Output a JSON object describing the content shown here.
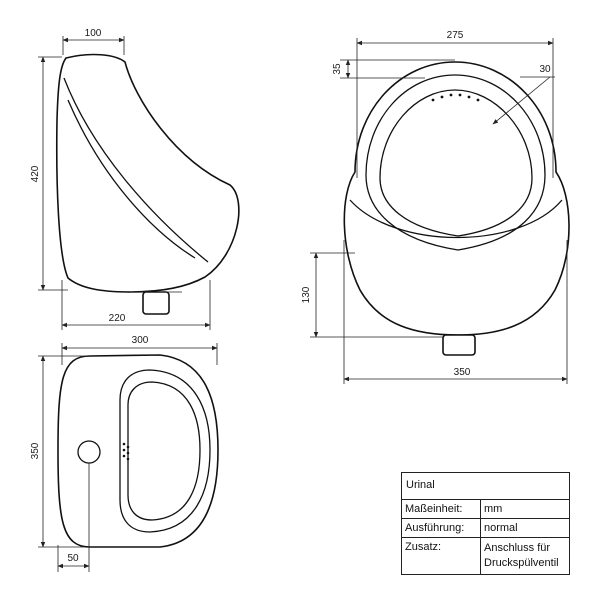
{
  "dimensions": {
    "side_top_width": "100",
    "side_height": "420",
    "side_depth": "220",
    "plan_width": "300",
    "plan_depth": "350",
    "plan_outlet_offset": "50",
    "front_top_width": "275",
    "front_rim": "35",
    "front_angle": "30",
    "front_outlet_height": "130",
    "front_width": "350"
  },
  "title_block": {
    "title": "Urinal",
    "rows": [
      {
        "label": "Maßeinheit:",
        "value": "mm"
      },
      {
        "label": "Ausführung:",
        "value": "normal"
      },
      {
        "label": "Zusatz:",
        "value_lines": [
          "Anschluss für",
          "Druckspülventil"
        ]
      }
    ]
  }
}
